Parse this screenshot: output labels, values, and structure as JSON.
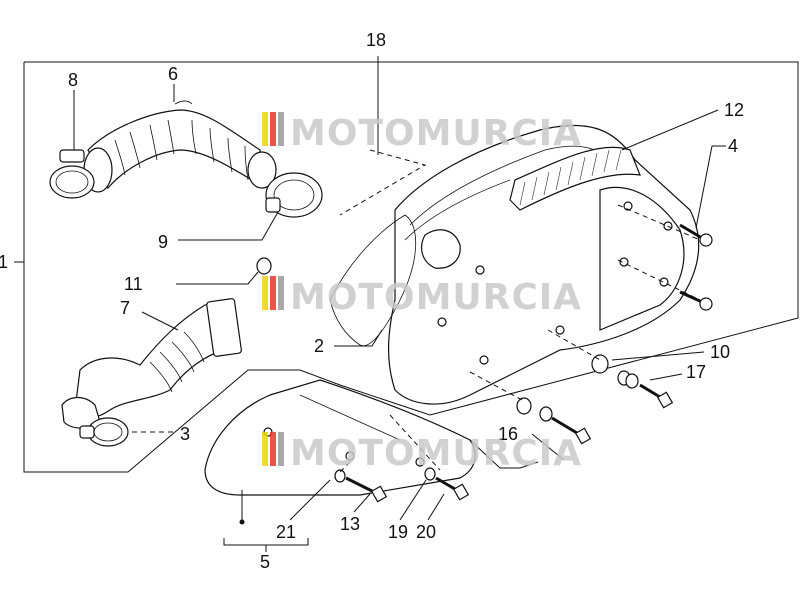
{
  "diagram": {
    "callouts": [
      "1",
      "2",
      "3",
      "4",
      "5",
      "6",
      "7",
      "8",
      "9",
      "10",
      "11",
      "12",
      "13",
      "16",
      "17",
      "18",
      "19",
      "20",
      "21"
    ]
  },
  "watermark": {
    "text": "MOTOMURCIA",
    "colors": [
      "#f2d21a",
      "#e23a2a",
      "#9a9a9a"
    ]
  }
}
